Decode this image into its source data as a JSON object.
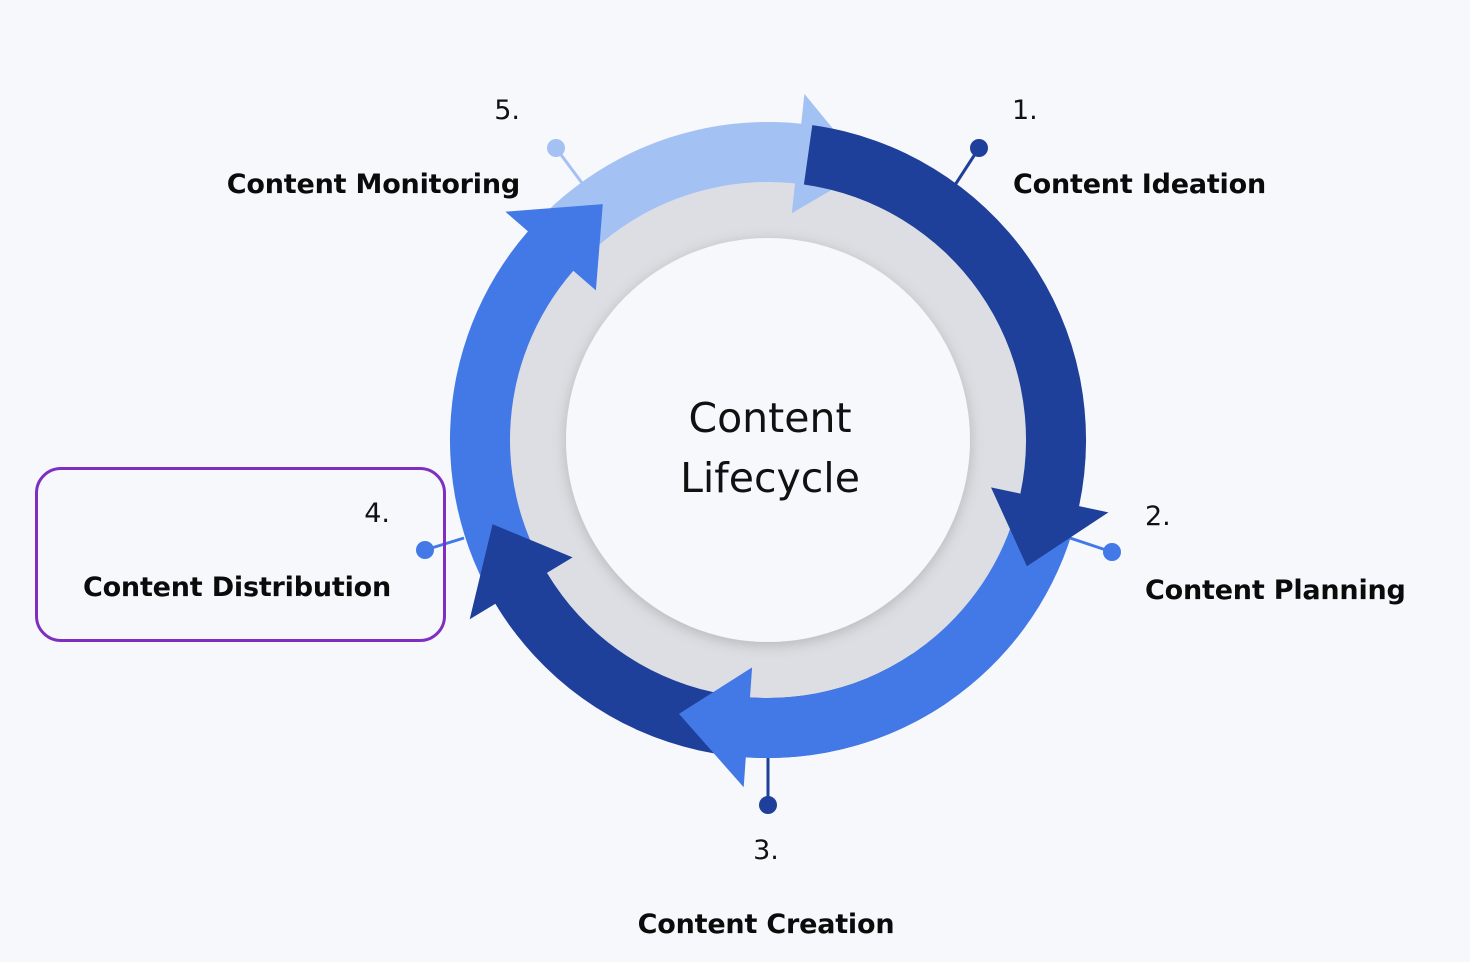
{
  "diagram": {
    "center_title_line1": "Content",
    "center_title_line2": "Lifecycle",
    "steps": [
      {
        "number": "1.",
        "label": "Content Ideation",
        "color": "#1e3f9a"
      },
      {
        "number": "2.",
        "label": "Content Planning",
        "color": "#4379e6"
      },
      {
        "number": "3.",
        "label": "Content Creation",
        "color": "#1e3f9a"
      },
      {
        "number": "4.",
        "label": "Content Distribution",
        "color": "#4379e6"
      },
      {
        "number": "5.",
        "label": "Content Monitoring",
        "color": "#a4c1f4"
      }
    ],
    "highlighted_step": "4.",
    "highlight_color": "#7e2fc0",
    "inner_ring_color": "#dcdee3",
    "center_fill_color": "#f7f8fc"
  }
}
